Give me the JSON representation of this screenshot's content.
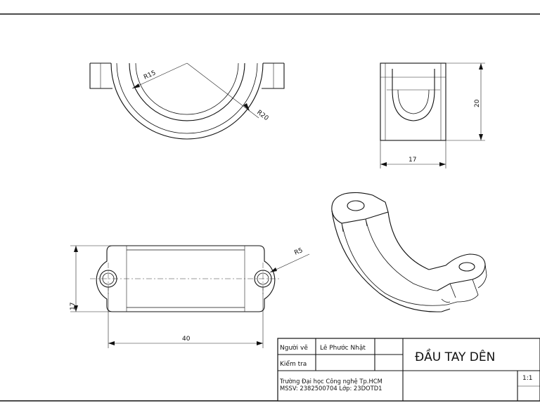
{
  "views": {
    "top": {
      "radius_inner": "R15",
      "radius_outer": "R20"
    },
    "side": {
      "height_dim": "20",
      "width_dim": "17"
    },
    "bottom": {
      "radius_hole": "R5",
      "height_dim": "17",
      "length_dim": "40"
    }
  },
  "title_block": {
    "drawn_by_label": "Người vẽ",
    "drawn_by_name": "Lê Phước Nhật",
    "checked_label": "Kiểm tra",
    "school": "Trường Đại học Công nghệ Tp.HCM",
    "student_line": "MSSV: 2382500704 Lớp: 23DOTD1",
    "part_title": "ĐẦU TAY DÊN",
    "scale": "1:1"
  }
}
